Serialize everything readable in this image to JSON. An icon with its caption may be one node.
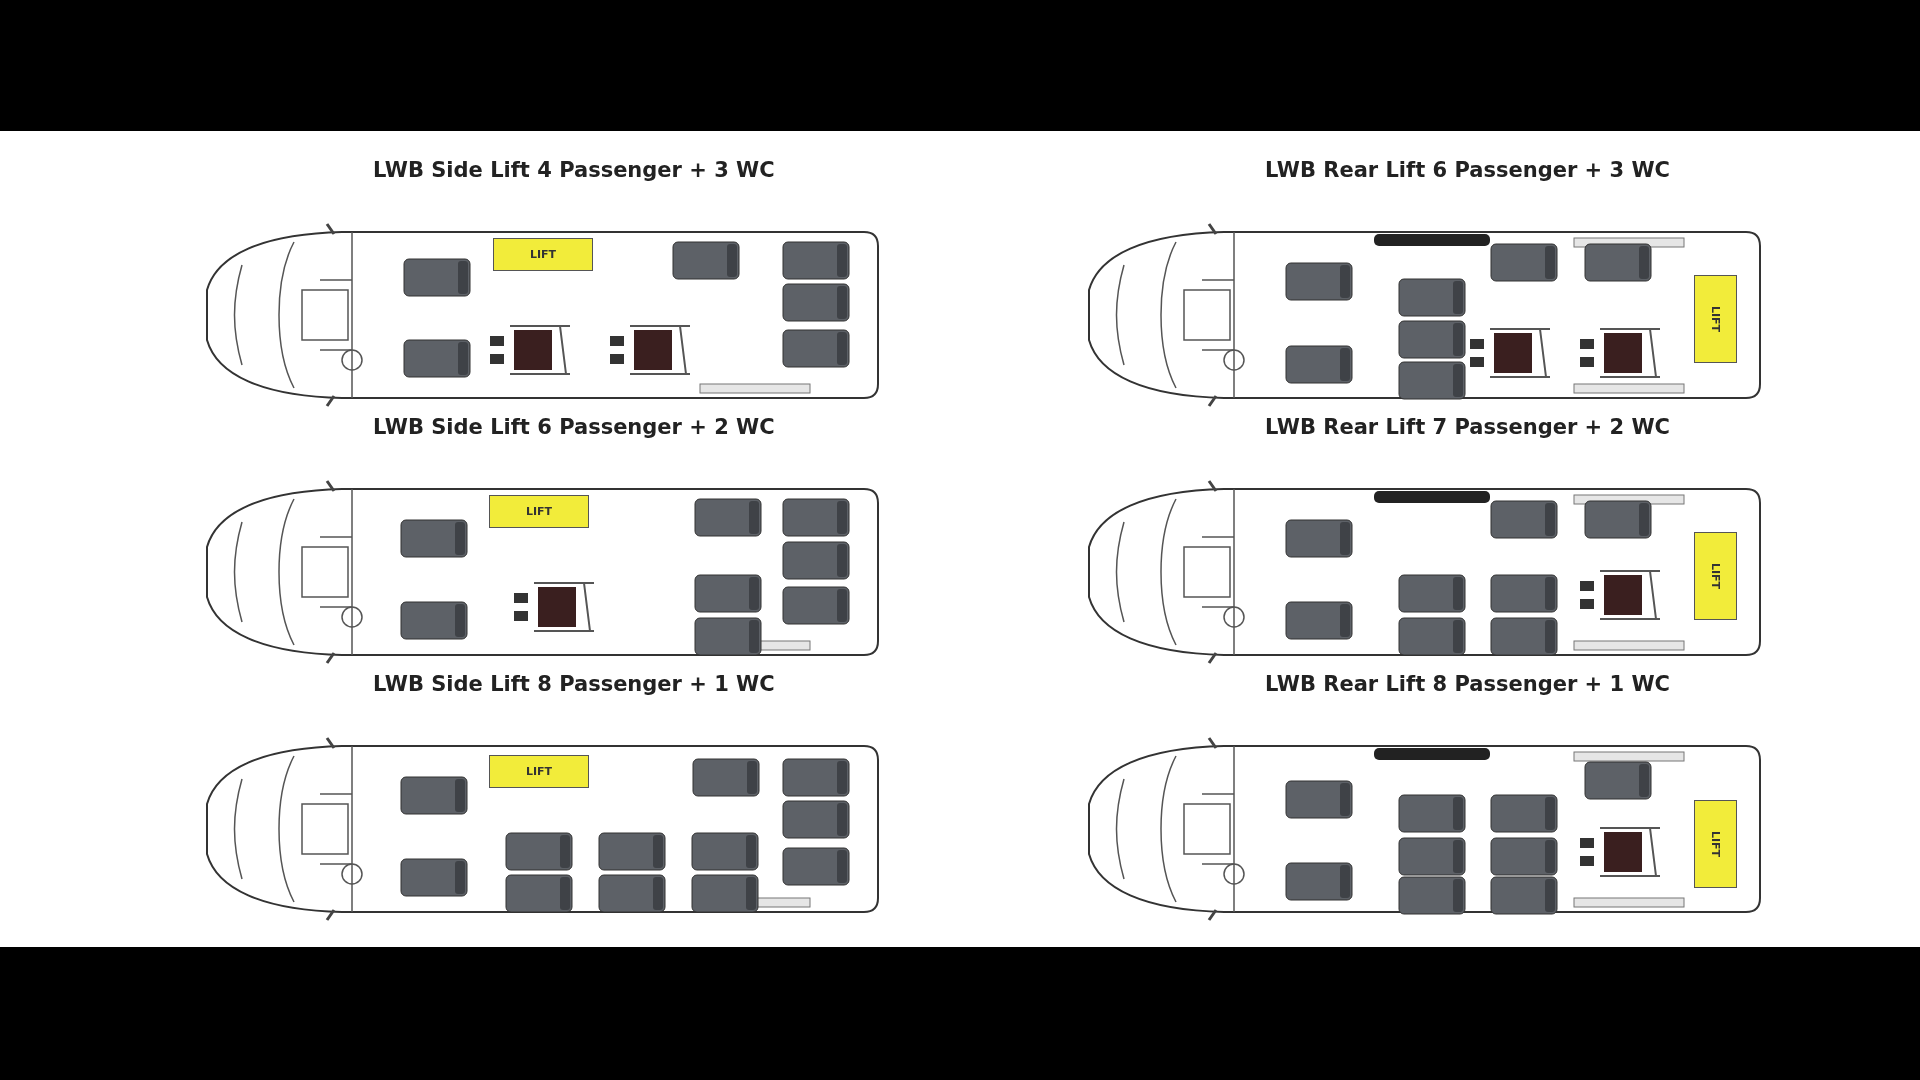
{
  "diagram": {
    "nodes": [
      {
        "text": [
          "LWB Side Lift 4 Passenger + 3 WC"
        ]
      },
      {
        "text": [
          "LIFT"
        ],
        "in": 0
      },
      {
        "text": [
          "LWB Rear Lift 6 Passenger + 3 WC"
        ]
      },
      {
        "text": [
          "LIFT"
        ],
        "in": 2
      },
      {
        "text": [
          "LWB Side Lift 6 Passenger + 2 WC"
        ]
      },
      {
        "text": [
          "LIFT"
        ],
        "in": 4
      },
      {
        "text": [
          "LWB Rear Lift 7 Passenger + 2 WC"
        ]
      },
      {
        "text": [
          "LIFT"
        ],
        "in": 6
      },
      {
        "text": [
          "LWB Side Lift 8 Passenger + 1 WC"
        ]
      },
      {
        "text": [
          "LIFT"
        ],
        "in": 8
      },
      {
        "text": [
          "LWB Rear Lift 8 Passenger + 1 WC"
        ]
      },
      {
        "text": [
          "LIFT"
        ],
        "in": 10
      }
    ]
  }
}
